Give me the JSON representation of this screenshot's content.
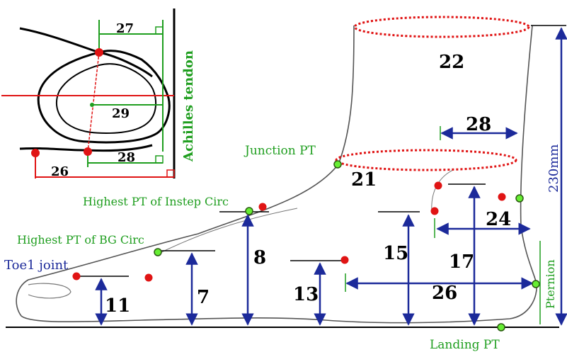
{
  "colors": {
    "outline": "#000000",
    "red": "#e01414",
    "green": "#1f9e1f",
    "navy": "#1c2a9a",
    "point_fill_green": "#66ee33"
  },
  "inset": {
    "label_27": "27",
    "label_29": "29",
    "label_28": "28",
    "label_26": "26",
    "achilles_label": "Achilles tendon"
  },
  "labels": {
    "junction": "Junction PT",
    "instep": "Highest PT of Instep Circ",
    "bg_circ": "Highest PT of BG Circ",
    "toe1": "Toe1 joint",
    "landing": "Landing PT",
    "pternion": "Pternion",
    "height": "230mm"
  },
  "numbers": {
    "n22": "22",
    "n28": "28",
    "n21": "21",
    "n24": "24",
    "n8": "8",
    "n15": "15",
    "n17": "17",
    "n7": "7",
    "n13": "13",
    "n26": "26",
    "n11": "11"
  }
}
